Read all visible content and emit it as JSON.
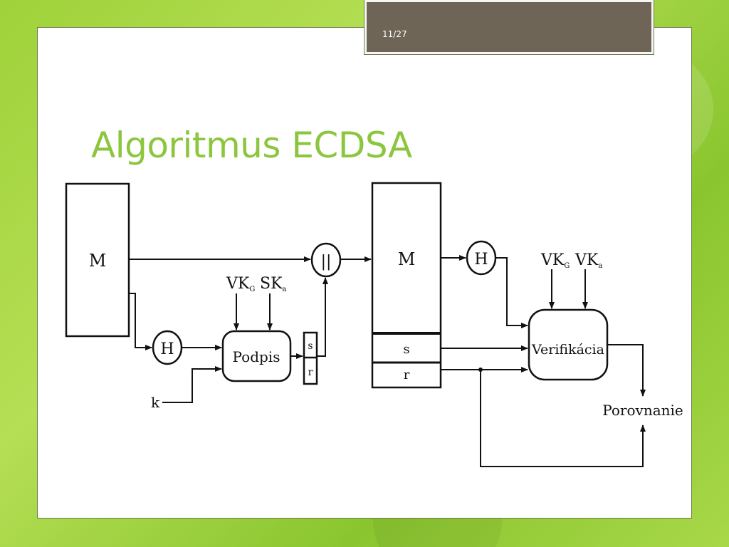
{
  "slide": {
    "counter": "11/27",
    "title": "Algoritmus ECDSA"
  },
  "diagram": {
    "message_label": "M",
    "hash_label": "H",
    "concat_label": "||",
    "sign_label": "Podpis",
    "k_label": "k",
    "vk_g": "VK",
    "vk_g_sub": "G",
    "sk_a": "SK",
    "sk_a_sub": "a",
    "sig_s": "s",
    "sig_r": "r",
    "signed_message_label": "M",
    "verify_label": "Verifikácia",
    "vk_a": "VK",
    "vk_a_sub": "a",
    "compare_label": "Porovnanie"
  }
}
